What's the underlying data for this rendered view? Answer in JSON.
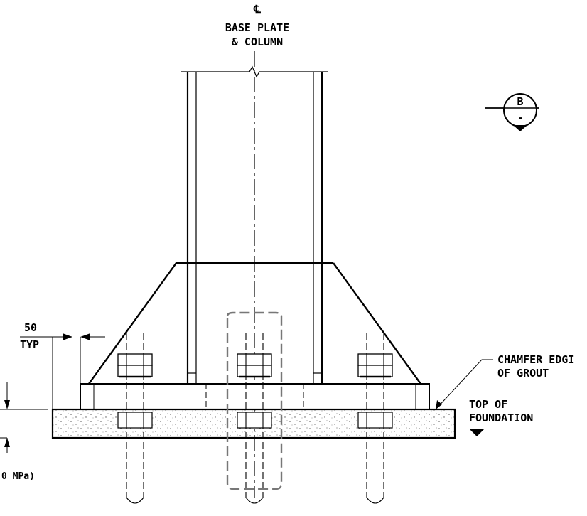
{
  "labels": {
    "centerline_symbol": "℄",
    "centerline_line1": "BASE PLATE",
    "centerline_line2": "& COLUMN",
    "dim_value": "50",
    "dim_typ": "TYP",
    "chamfer_line1": "CHAMFER EDGI",
    "chamfer_line2": "OF GROUT",
    "top_line1": "TOP OF",
    "top_line2": "FOUNDATION",
    "grout_strength_partial": "0 MPa)",
    "section_letter": "B",
    "section_sheet": "-"
  },
  "colors": {
    "line": "#000000",
    "hidden": "#777777",
    "grout_fill": "#e6e6e6"
  }
}
